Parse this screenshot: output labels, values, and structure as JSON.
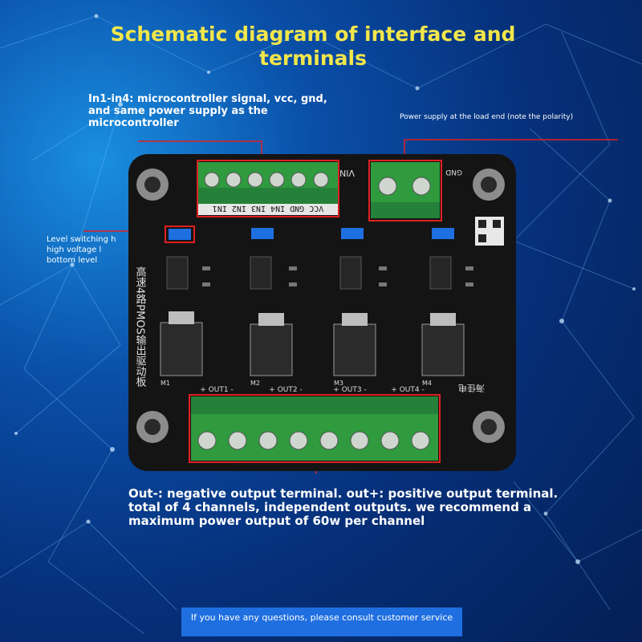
{
  "title": "Schematic diagram of interface and terminals",
  "labels": {
    "inputs": "In1-in4: microcontroller signal, vcc, gnd, and same power supply as the microcontroller",
    "power": "Power supply at the load end (note the polarity)",
    "level": "Level switching h high voltage l bottom level",
    "outputs": "Out-: negative output terminal. out+: positive output terminal. total of 4 channels, independent outputs. we recommend a maximum power output of 60w per channel"
  },
  "footer": "If you have any questions, please consult customer service",
  "board": {
    "vertical_text": "高速4路PMOS输出驱动板",
    "input_pins": "VCC GND IN4 IN3 IN2 IN1",
    "vin_label": "VIN",
    "gnd_label": "GND",
    "out_labels": [
      "+ OUT1 -",
      "+ OUT2 -",
      "+ OUT3 -",
      "+ OUT4 -"
    ],
    "mosfets": [
      "M1",
      "M2",
      "M3",
      "M4"
    ],
    "brand": "海佳电"
  },
  "colors": {
    "title": "#f2e64a",
    "terminal_green": "#2f9a3e",
    "highlight_red": "#e02020",
    "jumper_blue": "#1e6fe0",
    "footer_bg": "#1f6fe0"
  }
}
